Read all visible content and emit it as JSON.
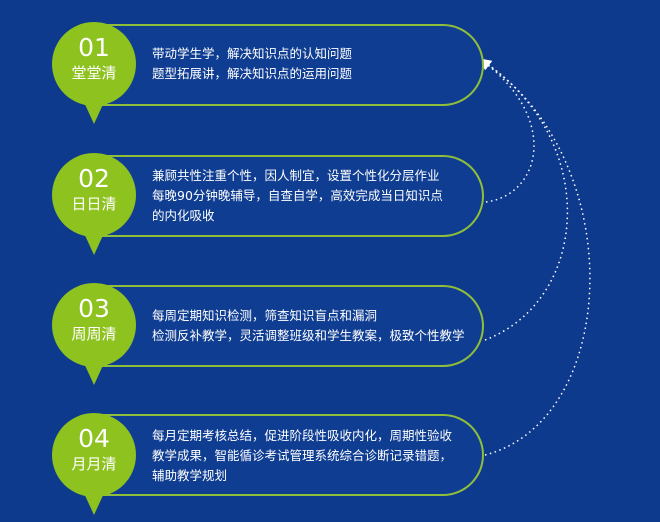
{
  "steps": [
    {
      "number": "01",
      "title": "堂堂清",
      "lines": [
        "带动学生学，解决知识点的认知问题",
        "题型拓展讲，解决知识点的运用问题"
      ]
    },
    {
      "number": "02",
      "title": "日日清",
      "lines": [
        "兼顾共性注重个性，因人制宜，设置个性化分层作业",
        "每晚90分钟晚辅导，自查自学，高效完成当日知识点",
        "的内化吸收"
      ]
    },
    {
      "number": "03",
      "title": "周周清",
      "lines": [
        "每周定期知识检测，筛查知识盲点和漏洞",
        "检测反补教学，灵活调整班级和学生教案，极致个性教学"
      ]
    },
    {
      "number": "04",
      "title": "月月清",
      "lines": [
        "每月定期考核总结，促进阶段性吸收内化，周期性验收",
        "教学成果，智能循诊考试管理系统综合诊断记录错题，",
        "辅助教学规划"
      ]
    }
  ],
  "colors": {
    "background": "#0e3a8e",
    "accent": "#8dc21f"
  }
}
